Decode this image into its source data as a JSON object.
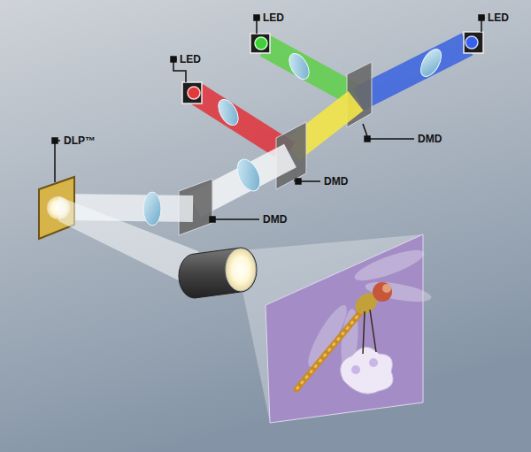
{
  "diagram": {
    "labels": [
      "LED",
      "LED",
      "LED",
      "DMD",
      "DLP™",
      "DMD",
      "DMD"
    ]
  }
}
